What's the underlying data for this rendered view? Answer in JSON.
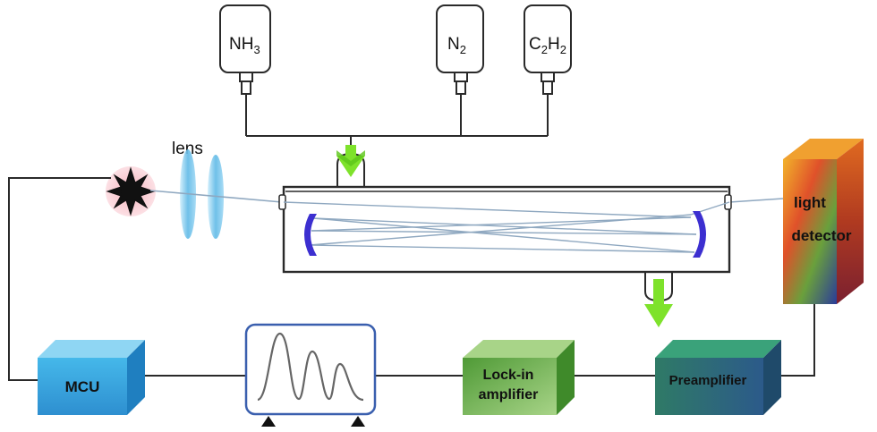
{
  "gases": [
    {
      "main": "NH",
      "sub": "3",
      "tail": ""
    },
    {
      "main": "N",
      "sub": "2",
      "tail": ""
    },
    {
      "main": "C",
      "sub": "2",
      "tail": "H",
      "sub2": "2"
    }
  ],
  "lens_label": "lens",
  "detector": {
    "line1": "light",
    "line2": "detector"
  },
  "mcu_label": "MCU",
  "lockin": {
    "line1": "Lock-in",
    "line2": "amplifier"
  },
  "preamp_label": "Preamplifier",
  "colors": {
    "wire": "#2a2a2a",
    "beam": "#8fa8c0",
    "arrow": "#7ee22b",
    "mirror": "#3c2fd0",
    "lens": "#5fb9e6",
    "scope_frame": "#3a5fae",
    "mcu": "#3fb2e3",
    "lockin": "#6ab84a",
    "preamp": "#2f7a66"
  }
}
